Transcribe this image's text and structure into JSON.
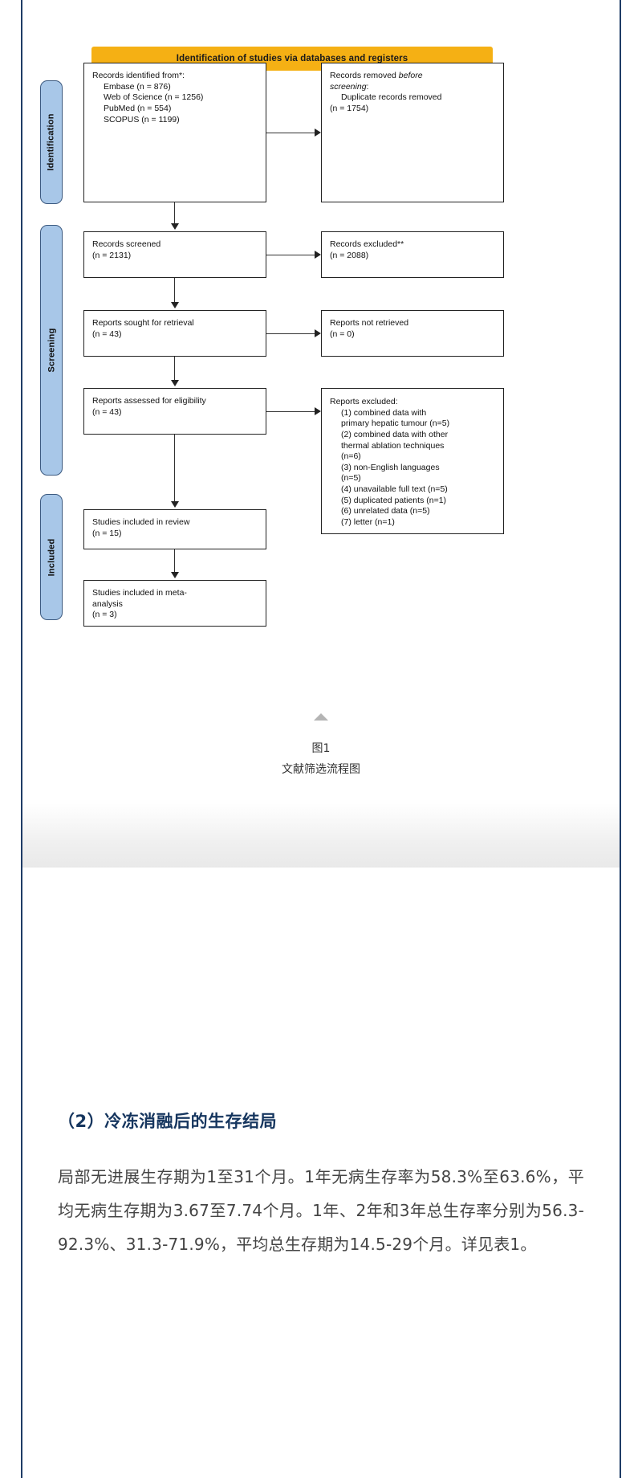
{
  "figure": {
    "banner_title": "Identification of studies via databases and registers",
    "side_labels": {
      "identification": "Identification",
      "screening": "Screening",
      "included": "Included"
    },
    "boxes": {
      "identified": {
        "heading": "Records identified from*:",
        "lines": [
          "Embase (n = 876)",
          "Web of Science (n = 1256)",
          "PubMed (n = 554)",
          "SCOPUS (n = 1199)"
        ]
      },
      "removed": {
        "line1": "Records removed ",
        "em1": "before",
        "line2_em": "screening",
        "line2_rest": ":",
        "lines": [
          "Duplicate records removed",
          "(n = 1754)"
        ]
      },
      "screened": {
        "title": "Records screened",
        "count": "(n = 2131)"
      },
      "excluded": {
        "title": "Records excluded**",
        "count": "(n = 2088)"
      },
      "sought": {
        "title": "Reports sought for retrieval",
        "count": "(n = 43)"
      },
      "not_retrieved": {
        "title": "Reports not retrieved",
        "count": "(n = 0)"
      },
      "assessed": {
        "title": "Reports assessed for eligibility",
        "count": "(n = 43)"
      },
      "reports_excluded": {
        "title": "Reports excluded:",
        "items": [
          "(1) combined data with",
          "primary hepatic tumour (n=5)",
          "(2) combined data with other",
          "thermal ablation techniques",
          "(n=6)",
          "(3) non-English languages",
          "(n=5)",
          "(4) unavailable full text (n=5)",
          "(5) duplicated patients (n=1)",
          "(6) unrelated data (n=5)",
          "(7) letter (n=1)"
        ]
      },
      "in_review": {
        "title": "Studies included in review",
        "count": "(n = 15)"
      },
      "in_meta": {
        "title": "Studies included in meta-",
        "title2": "analysis",
        "count": "(n = 3)"
      }
    },
    "caption_number": "图1",
    "caption_text": "文献筛选流程图",
    "collapse_icon": "caret-up-icon"
  },
  "article": {
    "heading": "（2）冷冻消融后的生存结局",
    "body": "局部无进展生存期为1至31个月。1年无病生存率为58.3%至63.6%，平均无病生存期为3.67至7.74个月。1年、2年和3年总生存率分别为56.3-92.3%、31.3-71.9%，平均总生存期为14.5-29个月。详见表1。"
  },
  "colors": {
    "banner": "#f5b014",
    "side_tab": "#a8c7e8",
    "side_tab_border": "#3c5a80",
    "heading": "#15355e",
    "rule": "#1f3c66"
  }
}
